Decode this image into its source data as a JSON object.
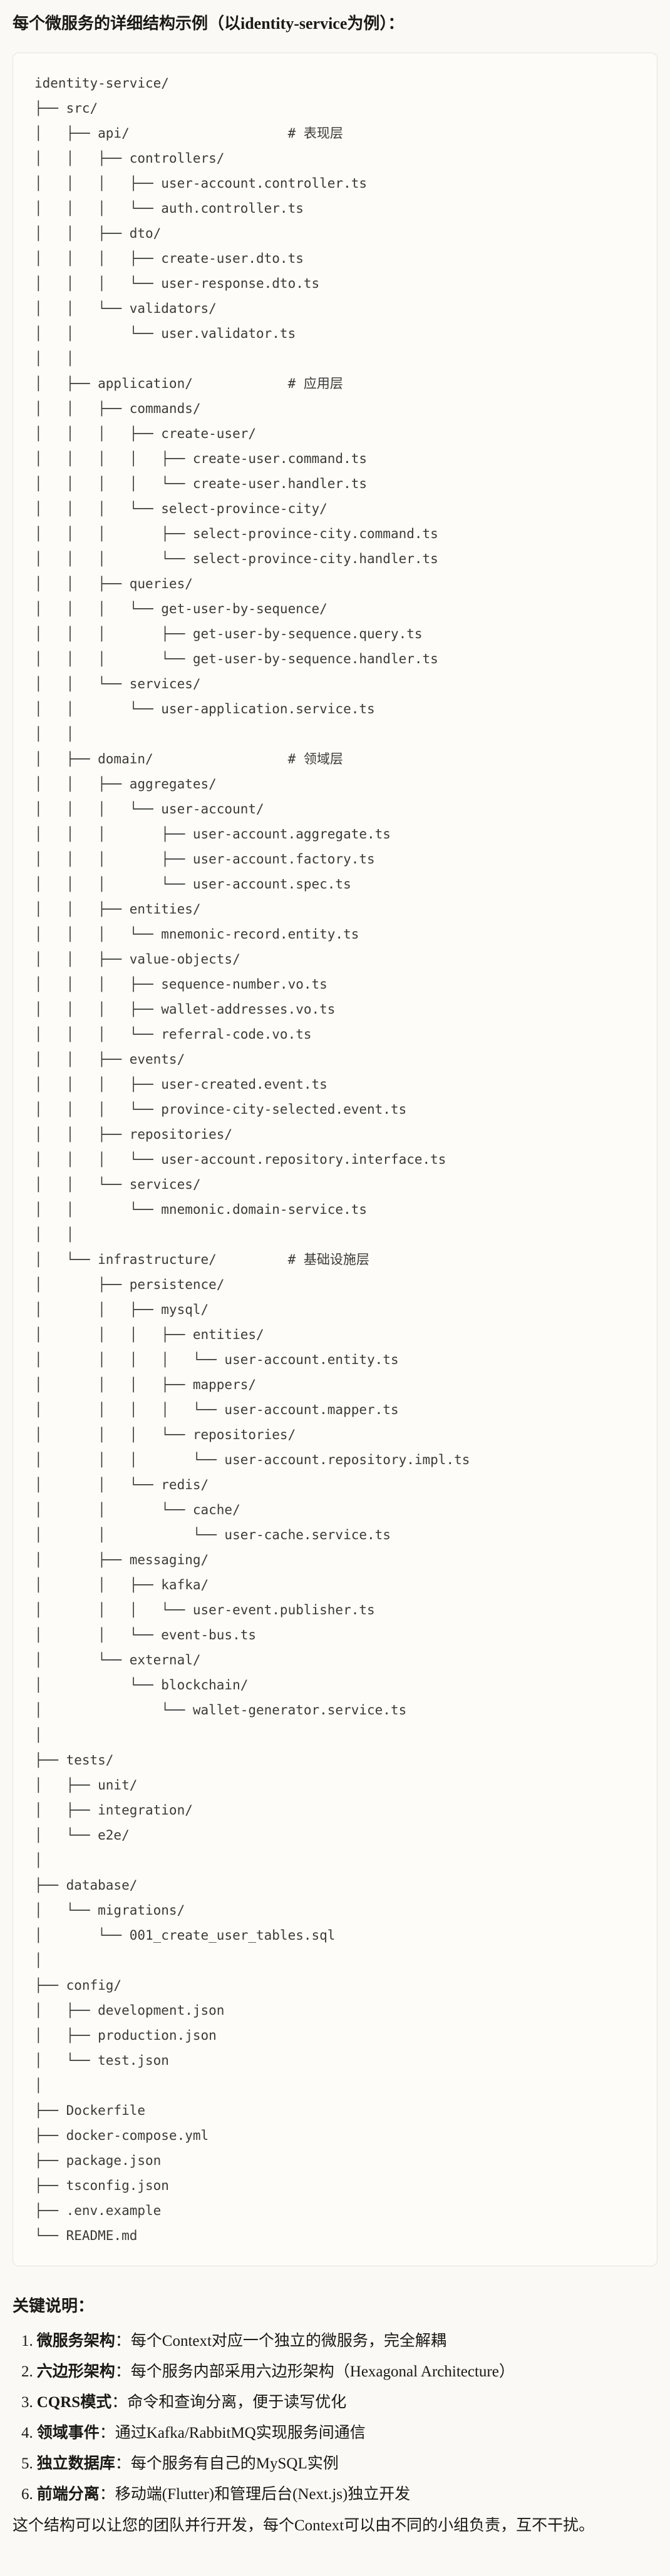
{
  "colors": {
    "page-bg": "#faf9f5",
    "text": "#1a1915",
    "code-bg": "#fdfcf8",
    "code-border": "#e6e4da",
    "code-text": "#3b3a36"
  },
  "page": {
    "title": "每个微服务的详细结构示例（以identity-service为例）："
  },
  "code_block": {
    "lines": [
      "identity-service/",
      "├── src/",
      "│   ├── api/                    # 表现层",
      "│   │   ├── controllers/",
      "│   │   │   ├── user-account.controller.ts",
      "│   │   │   └── auth.controller.ts",
      "│   │   ├── dto/",
      "│   │   │   ├── create-user.dto.ts",
      "│   │   │   └── user-response.dto.ts",
      "│   │   └── validators/",
      "│   │       └── user.validator.ts",
      "│   │",
      "│   ├── application/            # 应用层",
      "│   │   ├── commands/",
      "│   │   │   ├── create-user/",
      "│   │   │   │   ├── create-user.command.ts",
      "│   │   │   │   └── create-user.handler.ts",
      "│   │   │   └── select-province-city/",
      "│   │   │       ├── select-province-city.command.ts",
      "│   │   │       └── select-province-city.handler.ts",
      "│   │   ├── queries/",
      "│   │   │   └── get-user-by-sequence/",
      "│   │   │       ├── get-user-by-sequence.query.ts",
      "│   │   │       └── get-user-by-sequence.handler.ts",
      "│   │   └── services/",
      "│   │       └── user-application.service.ts",
      "│   │",
      "│   ├── domain/                 # 领域层",
      "│   │   ├── aggregates/",
      "│   │   │   └── user-account/",
      "│   │   │       ├── user-account.aggregate.ts",
      "│   │   │       ├── user-account.factory.ts",
      "│   │   │       └── user-account.spec.ts",
      "│   │   ├── entities/",
      "│   │   │   └── mnemonic-record.entity.ts",
      "│   │   ├── value-objects/",
      "│   │   │   ├── sequence-number.vo.ts",
      "│   │   │   ├── wallet-addresses.vo.ts",
      "│   │   │   └── referral-code.vo.ts",
      "│   │   ├── events/",
      "│   │   │   ├── user-created.event.ts",
      "│   │   │   └── province-city-selected.event.ts",
      "│   │   ├── repositories/",
      "│   │   │   └── user-account.repository.interface.ts",
      "│   │   └── services/",
      "│   │       └── mnemonic.domain-service.ts",
      "│   │",
      "│   └── infrastructure/         # 基础设施层",
      "│       ├── persistence/",
      "│       │   ├── mysql/",
      "│       │   │   ├── entities/",
      "│       │   │   │   └── user-account.entity.ts",
      "│       │   │   ├── mappers/",
      "│       │   │   │   └── user-account.mapper.ts",
      "│       │   │   └── repositories/",
      "│       │   │       └── user-account.repository.impl.ts",
      "│       │   └── redis/",
      "│       │       └── cache/",
      "│       │           └── user-cache.service.ts",
      "│       ├── messaging/",
      "│       │   ├── kafka/",
      "│       │   │   └── user-event.publisher.ts",
      "│       │   └── event-bus.ts",
      "│       └── external/",
      "│           └── blockchain/",
      "│               └── wallet-generator.service.ts",
      "│",
      "├── tests/",
      "│   ├── unit/",
      "│   ├── integration/",
      "│   └── e2e/",
      "│",
      "├── database/",
      "│   └── migrations/",
      "│       └── 001_create_user_tables.sql",
      "│",
      "├── config/",
      "│   ├── development.json",
      "│   ├── production.json",
      "│   └── test.json",
      "│",
      "├── Dockerfile",
      "├── docker-compose.yml",
      "├── package.json",
      "├── tsconfig.json",
      "├── .env.example",
      "└── README.md"
    ]
  },
  "notes": {
    "heading": "关键说明：",
    "items": [
      {
        "num": "1.",
        "term": "微服务架构",
        "desc": "：每个Context对应一个独立的微服务，完全解耦"
      },
      {
        "num": "2.",
        "term": "六边形架构",
        "desc": "：每个服务内部采用六边形架构（Hexagonal Architecture）"
      },
      {
        "num": "3.",
        "term": "CQRS模式",
        "desc": "：命令和查询分离，便于读写优化"
      },
      {
        "num": "4.",
        "term": "领域事件",
        "desc": "：通过Kafka/RabbitMQ实现服务间通信"
      },
      {
        "num": "5.",
        "term": "独立数据库",
        "desc": "：每个服务有自己的MySQL实例"
      },
      {
        "num": "6.",
        "term": "前端分离",
        "desc": "：移动端(Flutter)和管理后台(Next.js)独立开发"
      }
    ],
    "footer": "这个结构可以让您的团队并行开发，每个Context可以由不同的小组负责，互不干扰。"
  }
}
